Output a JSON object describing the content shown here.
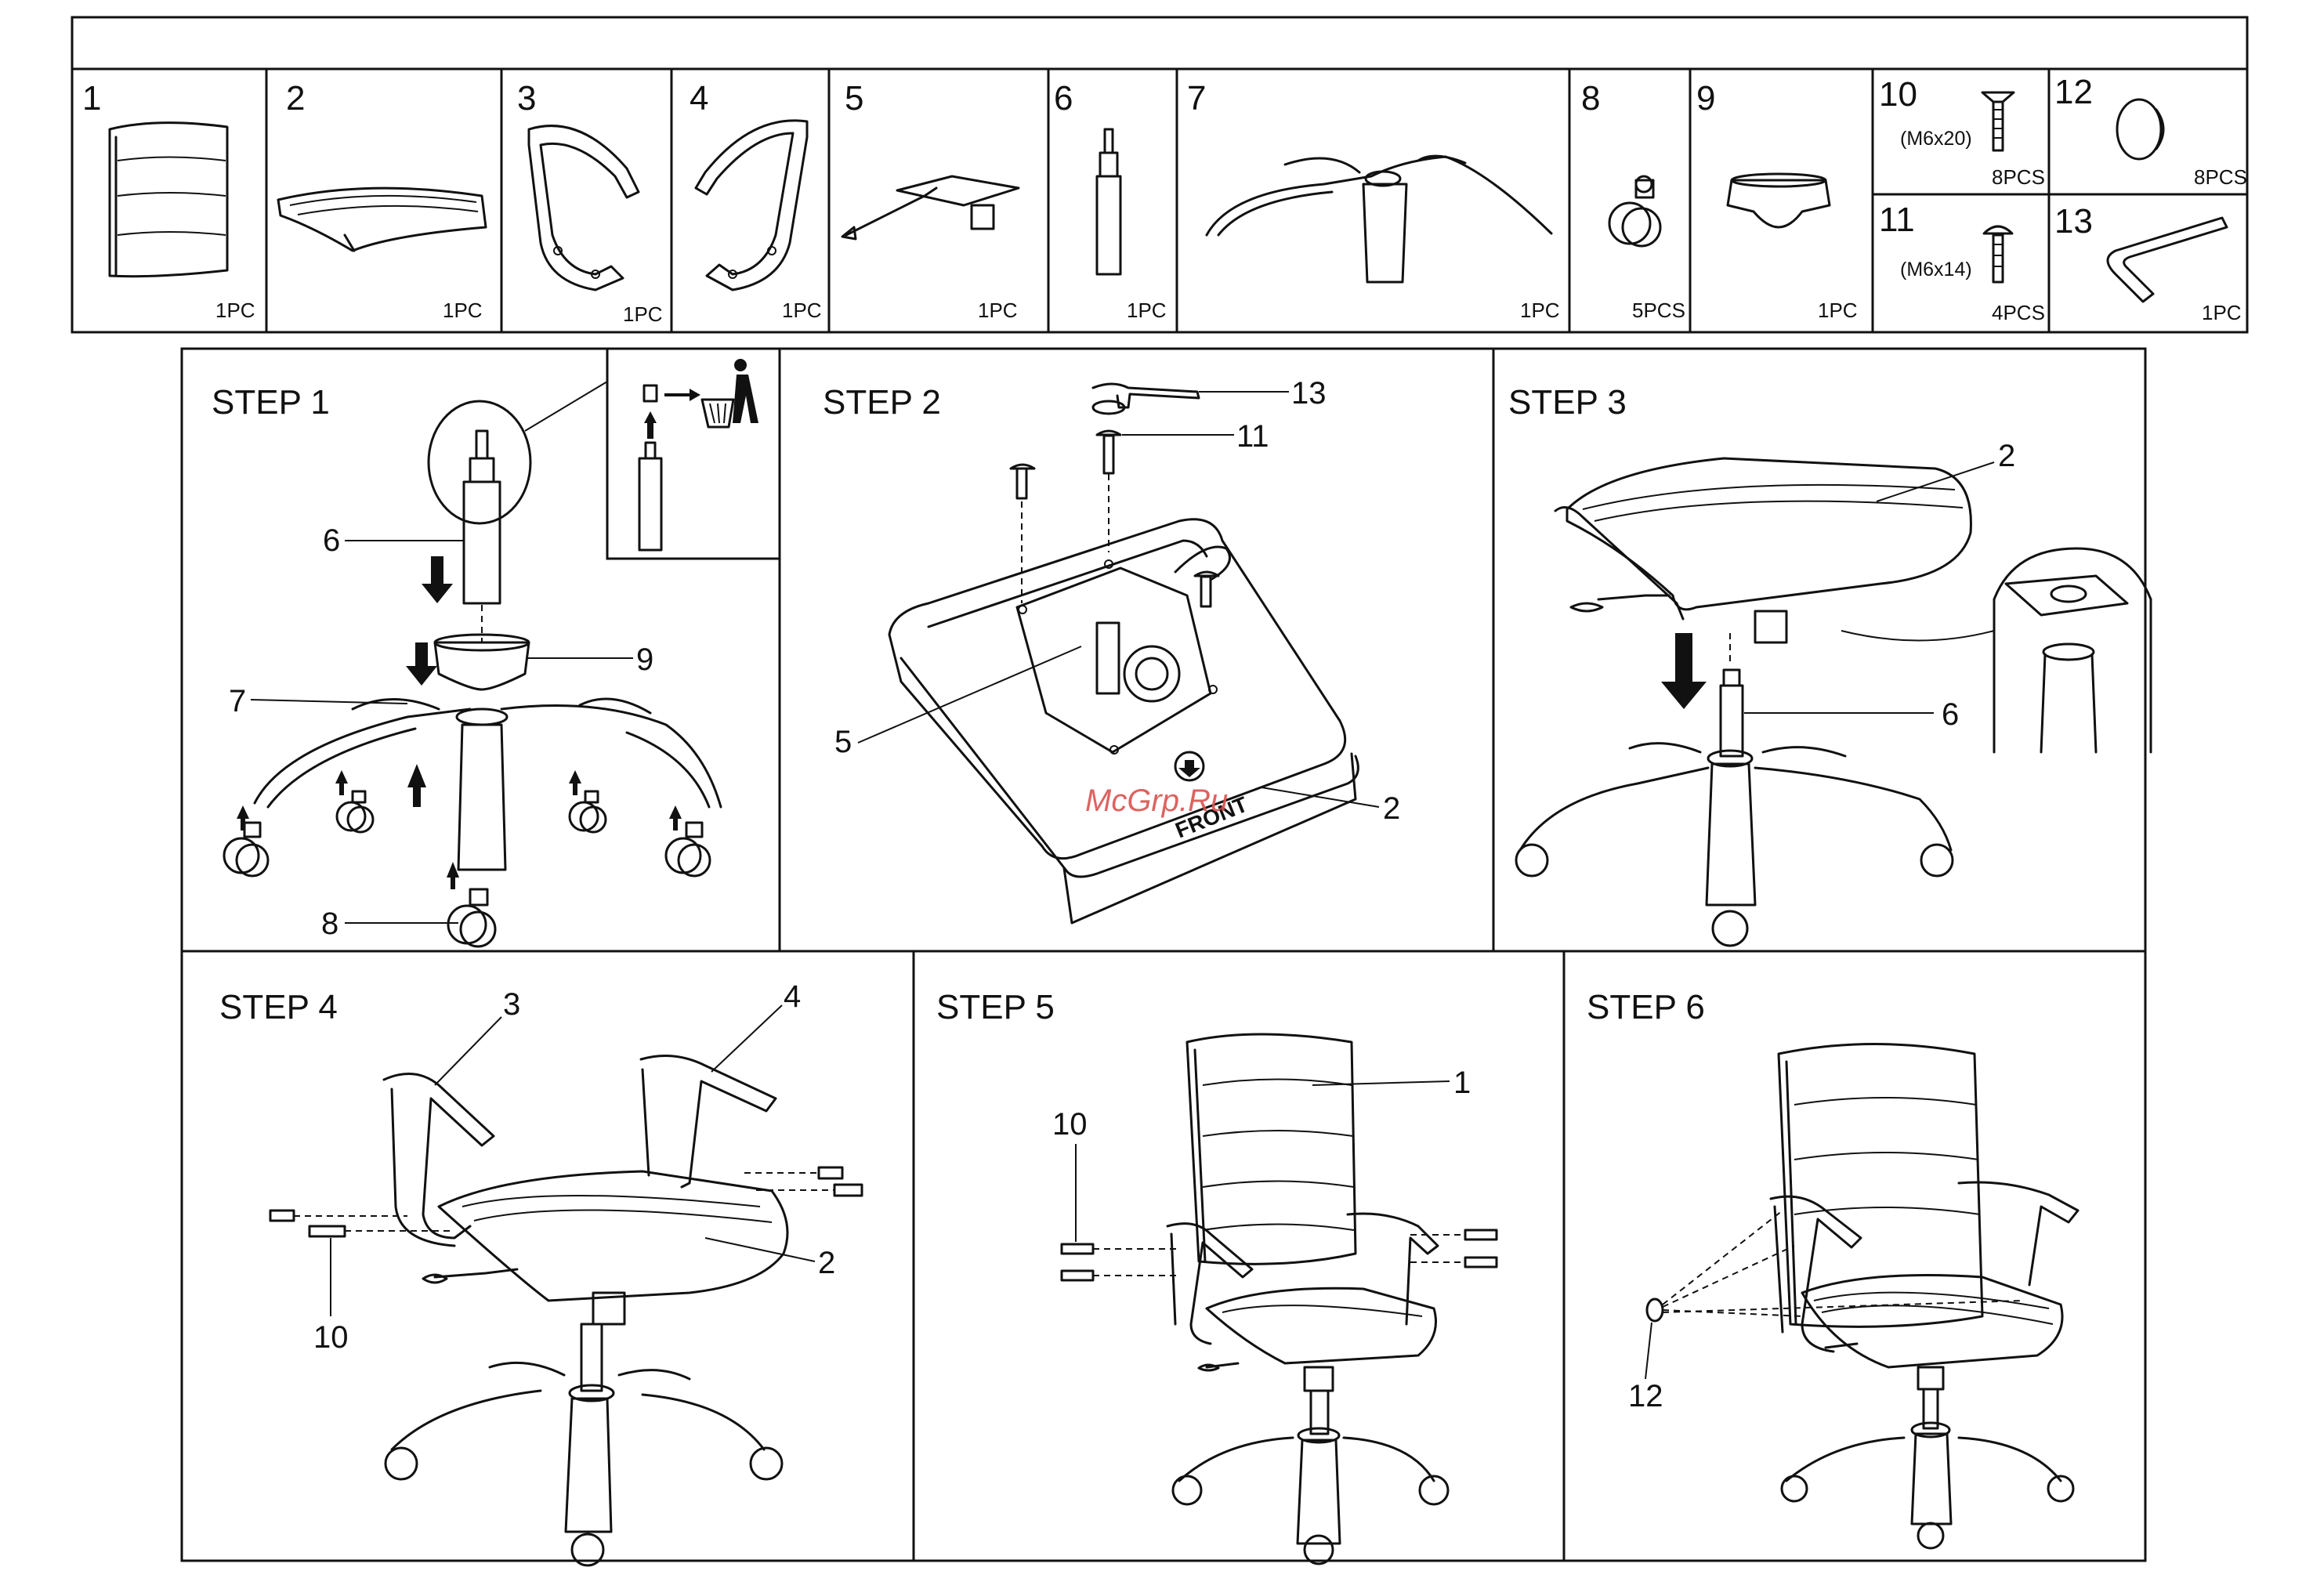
{
  "parts": [
    {
      "num": "1",
      "qty": "1PC"
    },
    {
      "num": "2",
      "qty": "1PC"
    },
    {
      "num": "3",
      "qty": "1PC"
    },
    {
      "num": "4",
      "qty": "1PC"
    },
    {
      "num": "5",
      "qty": "1PC"
    },
    {
      "num": "6",
      "qty": "1PC"
    },
    {
      "num": "7",
      "qty": "1PC"
    },
    {
      "num": "8",
      "qty": "5PCS"
    },
    {
      "num": "9",
      "qty": "1PC"
    },
    {
      "num": "10",
      "qty": "8PCS",
      "spec": "(M6x20)"
    },
    {
      "num": "11",
      "qty": "4PCS",
      "spec": "(M6x14)"
    },
    {
      "num": "12",
      "qty": "8PCS"
    },
    {
      "num": "13",
      "qty": "1PC"
    }
  ],
  "steps": [
    {
      "title": "STEP 1",
      "callouts": [
        "6",
        "9",
        "7",
        "8"
      ]
    },
    {
      "title": "STEP 2",
      "callouts": [
        "13",
        "11",
        "5",
        "2"
      ]
    },
    {
      "title": "STEP 3",
      "callouts": [
        "2",
        "6"
      ]
    },
    {
      "title": "STEP 4",
      "callouts": [
        "3",
        "4",
        "2",
        "10"
      ]
    },
    {
      "title": "STEP 5",
      "callouts": [
        "1",
        "10"
      ]
    },
    {
      "title": "STEP 6",
      "callouts": [
        "12"
      ]
    }
  ],
  "front_label": "FRONT",
  "watermark": "McGrp.Ru"
}
